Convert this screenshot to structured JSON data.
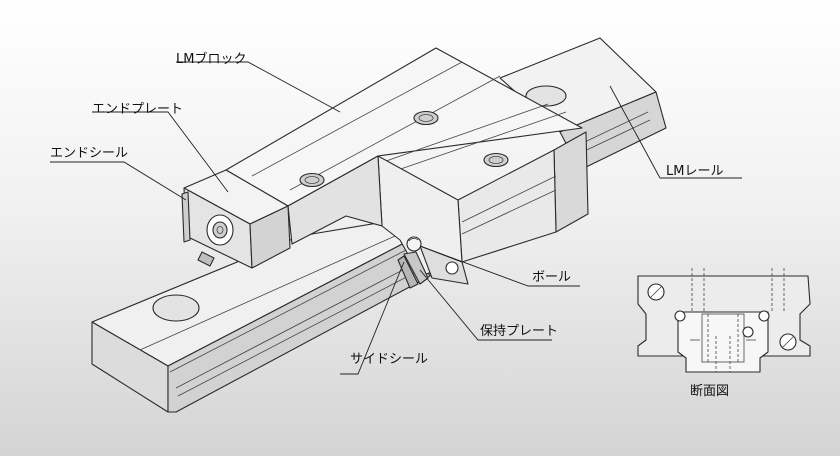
{
  "labels": {
    "lm_block": "LMブロック",
    "end_plate": "エンドプレート",
    "end_seal": "エンドシール",
    "lm_rail": "LMレール",
    "ball": "ボール",
    "retainer_plate": "保持プレート",
    "side_seal": "サイドシール",
    "cross_section": "断面図"
  },
  "colors": {
    "line": "#222222",
    "face_light": "#f7f7f7",
    "face_mid": "#e6e6e6",
    "face_dark": "#c9c9c9"
  }
}
